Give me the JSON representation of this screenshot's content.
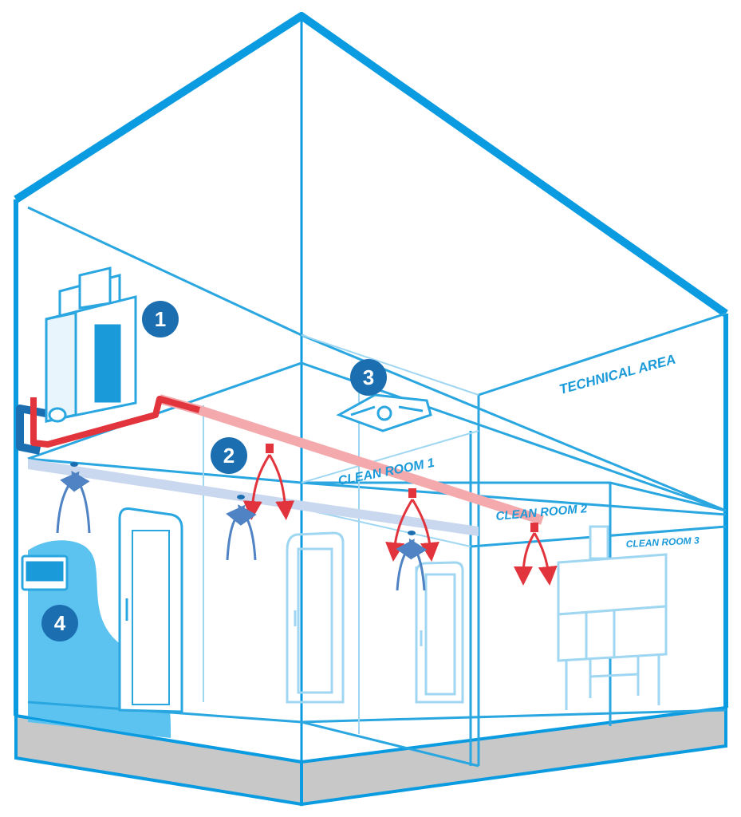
{
  "labels": {
    "technical_area": "TECHNICAL AREA",
    "clean_room_1": "CLEAN ROOM 1",
    "clean_room_2": "CLEAN ROOM 2",
    "clean_room_3": "CLEAN ROOM 3"
  },
  "badges": {
    "b1": "1",
    "b2": "2",
    "b3": "3",
    "b4": "4"
  },
  "colors": {
    "frame": "#0a9be0",
    "line": "#2aa6e0",
    "light_line": "#9fd6f2",
    "badge_bg": "#1b6fb1",
    "supply_red": "#e2343c",
    "duct_pink": "#f4a9ac",
    "return_blue": "#4f83c3",
    "return_duct": "#c9d8ee",
    "floor_gray": "#c8c8c8",
    "water": "#5cc3f0"
  }
}
